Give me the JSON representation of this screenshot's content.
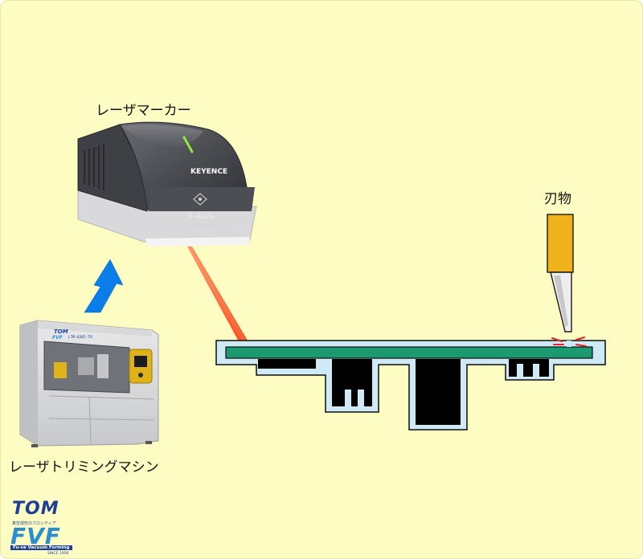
{
  "labels": {
    "laser_marker": "レーザマーカー",
    "trimming_machine": "レーザトリミングマシン",
    "blade": "刃物"
  },
  "marker_branding": {
    "brand": "KEYENCE",
    "model": "3-Axis",
    "model_sub": "3-Axis CO2 LASER MARKER"
  },
  "machine_branding": {
    "brand": "TOM",
    "line": "FVF",
    "model": "LTM-0305-TR"
  },
  "logo": {
    "tom": "TOM",
    "tagline": "真空成形のフロンティア",
    "fvf": "FVF",
    "subtitle": "Fu-se Vacuum Forming",
    "since": "SINCE 1956"
  },
  "colors": {
    "background": "#fdfcc2",
    "board": "#1a9a6e",
    "tray": "#cfeaf6",
    "arrow": "#0a7de8",
    "blade_handle": "#f0b21a",
    "laser_beam": "#ff5a2a",
    "spark": "#e8202a"
  }
}
